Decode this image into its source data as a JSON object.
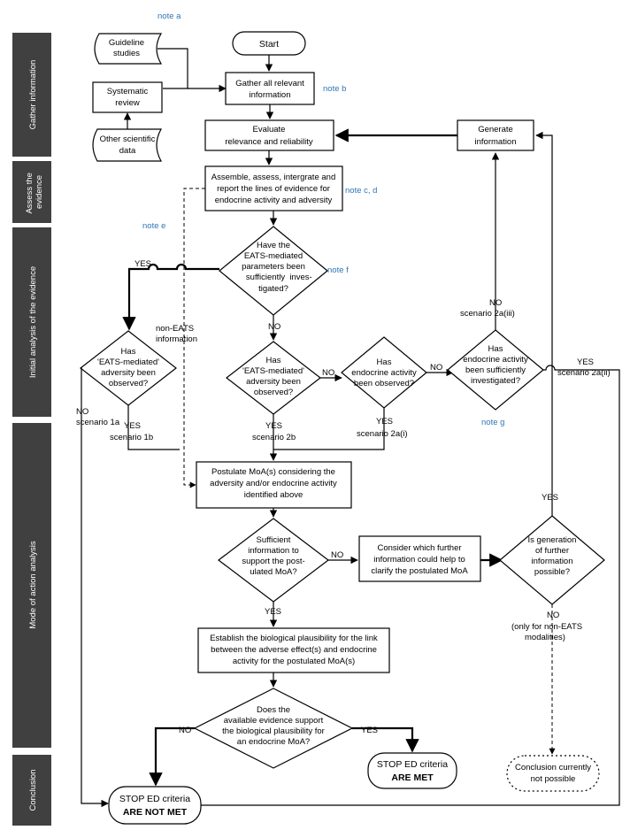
{
  "phases": [
    {
      "id": "gather",
      "label": "Gather information"
    },
    {
      "id": "assess",
      "label": "Assess the evidence"
    },
    {
      "id": "initial",
      "label": "Initial analysis of the evidence"
    },
    {
      "id": "moa",
      "label": "Mode of action analysis"
    },
    {
      "id": "conclusion",
      "label": "Conclusion"
    }
  ],
  "notes": {
    "a": "note a",
    "b": "note b",
    "cd": "note c, d",
    "e": "note e",
    "f": "note f",
    "g": "note g"
  },
  "nodes": {
    "start": "Start",
    "guideline": [
      "Guideline",
      "studies"
    ],
    "systematic": [
      "Systematic",
      "review"
    ],
    "other_data": [
      "Other scientific",
      "data"
    ],
    "gather_all": [
      "Gather all relevant",
      "information"
    ],
    "evaluate": [
      "Evaluate",
      "relevance and reliability"
    ],
    "generate": [
      "Generate",
      "information"
    ],
    "assemble": [
      "Assemble, assess, intergrate and",
      "report the lines of evidence for",
      "endocrine activity and adversity"
    ],
    "q_eats_params": [
      "Have the",
      "EATS-mediated",
      "parameters been",
      "sufficiently",
      "inves-",
      "tigated?"
    ],
    "q_eats_adv_left": [
      "Has",
      "'EATS-mediated'",
      "adversity been",
      "observed?"
    ],
    "q_eats_adv_mid": [
      "Has",
      "'EATS-mediated'",
      "adversity been",
      "observed?"
    ],
    "q_endo_obs": [
      "Has",
      "endocrine activity",
      "been observed?"
    ],
    "q_endo_inv": [
      "Has",
      "endocrine activity",
      "been sufficiently",
      "investigated?"
    ],
    "postulate": [
      "Postulate MoA(s) considering the",
      "adversity and/or endocrine activity",
      "identified above"
    ],
    "q_sufficient": [
      "Sufficient",
      "information to",
      "support the post-",
      "ulated MoA?"
    ],
    "consider": [
      "Consider which further",
      "information could help to",
      "clarify the postulated MoA"
    ],
    "q_generation": [
      "Is generation",
      "of further",
      "information",
      "possible?"
    ],
    "establish": [
      "Establish the biological plausibility for the link",
      "between the adverse effect(s) and endocrine",
      "activity for the postulated MoA(s)"
    ],
    "q_available": [
      "Does the",
      "available evidence support",
      "the biological plausibility for",
      "an endocrine MoA?"
    ],
    "stop_met": [
      "STOP ED criteria",
      "ARE MET"
    ],
    "stop_not_met": [
      "STOP ED criteria",
      "ARE NOT MET"
    ],
    "not_possible": [
      "Conclusion currently",
      "not possible"
    ]
  },
  "edge_labels": {
    "yes": "YES",
    "no": "NO",
    "non_eats": [
      "non-EATS",
      "information"
    ],
    "scenario_1a": "scenario 1a",
    "scenario_1b": "scenario 1b",
    "scenario_2b": "scenario 2b",
    "scenario_2a_i": "scenario 2a(i)",
    "scenario_2a_ii": "scenario 2a(ii)",
    "scenario_2a_iii": "scenario 2a(iii)",
    "only_non_eats": [
      "(only for non-EATS",
      "modalities)"
    ]
  }
}
